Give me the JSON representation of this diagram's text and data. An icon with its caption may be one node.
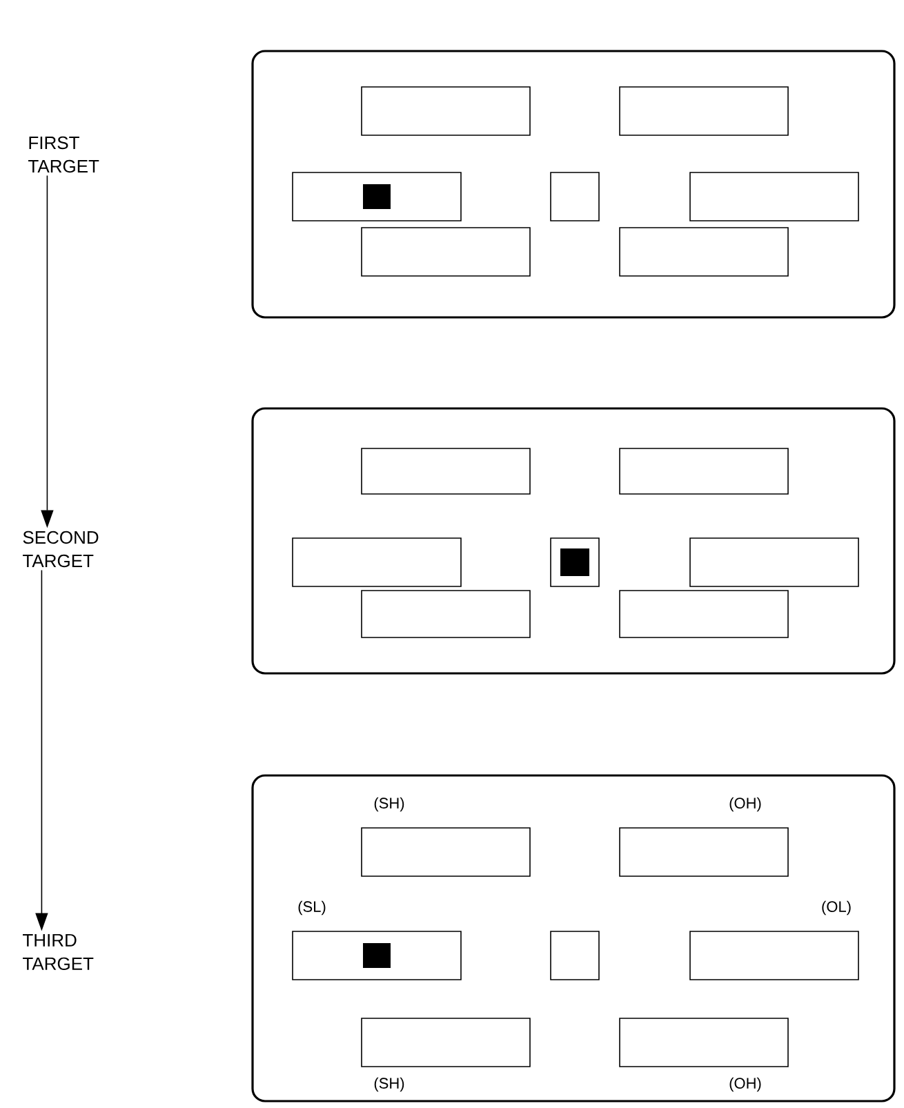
{
  "diagram": {
    "nodes": [
      {
        "text": [
          "FIRST TARGET"
        ]
      },
      {
        "text": [
          "SECOND TARGET"
        ]
      },
      {
        "text": [
          "THIRD TARGET"
        ]
      }
    ],
    "edges": [
      {
        "from": 0,
        "to": 1,
        "arrow": "to"
      },
      {
        "from": 1,
        "to": 2,
        "arrow": "to"
      }
    ],
    "labels": [
      "(SH)",
      "(OH)",
      "(SL)",
      "(OL)",
      "(SH)",
      "(OH)"
    ]
  }
}
